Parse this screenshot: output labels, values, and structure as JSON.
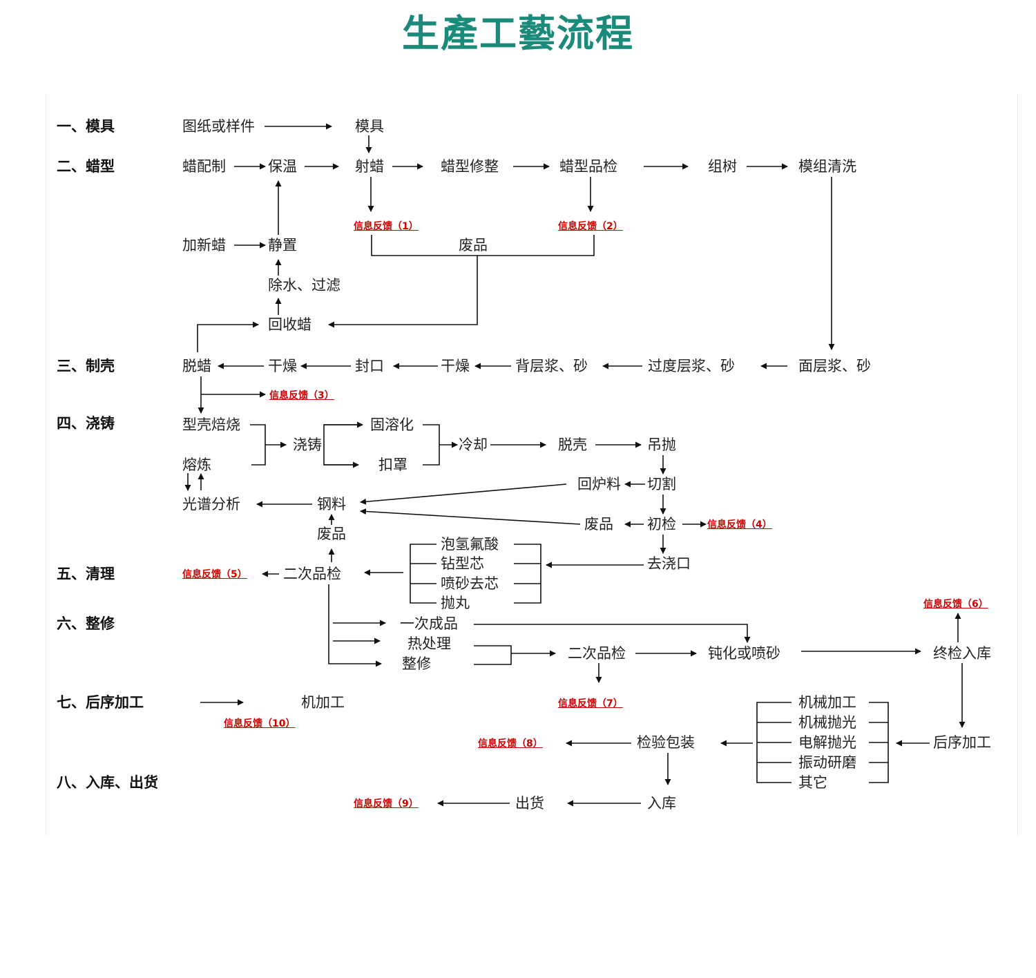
{
  "title": "生產工藝流程",
  "colors": {
    "title": "#1a8a7a",
    "feedback": "#cc0000",
    "text": "#222222"
  },
  "stages": {
    "s1": "一、模具",
    "s2": "二、蜡型",
    "s3": "三、制壳",
    "s4": "四、浇铸",
    "s5": "五、清理",
    "s6": "六、整修",
    "s7": "七、后序加工",
    "s8": "八、入库、出货"
  },
  "nodes": {
    "drawing": "图纸或样件",
    "mold": "模具",
    "wax_prep": "蜡配制",
    "insulation": "保温",
    "inject_wax": "射蜡",
    "wax_trim": "蜡型修整",
    "wax_inspect": "蜡型品检",
    "assemble_tree": "组树",
    "tree_clean": "模组清洗",
    "add_new_wax": "加新蜡",
    "stand": "静置",
    "scrap_wax": "废品",
    "dewater_filter": "除水、过滤",
    "recover_wax": "回收蜡",
    "dewax": "脱蜡",
    "dry2": "干燥",
    "seal": "封口",
    "dry1": "干燥",
    "back_slurry": "背层浆、砂",
    "transition_slurry": "过度层浆、砂",
    "surface_slurry": "面层浆、砂",
    "shell_roast": "型壳焙烧",
    "melting": "熔炼",
    "pour": "浇铸",
    "solution": "固溶化",
    "cover": "扣罩",
    "cooling": "冷却",
    "shell_remove": "脱壳",
    "hang_polish": "吊抛",
    "return_charge": "回炉料",
    "cutting": "切割",
    "spectral": "光谱分析",
    "steel": "钢料",
    "scrap_cast": "废品",
    "first_inspect": "初检",
    "scrap_steel": "废品",
    "remove_gate": "去浇口",
    "hf_soak": "泡氢氟酸",
    "drill_core": "钻型芯",
    "sandblast_core": "喷砂去芯",
    "shot_blast": "抛丸",
    "second_inspect1": "二次品检",
    "first_product": "一次成品",
    "heat_treat": "热处理",
    "repair": "整修",
    "second_inspect2": "二次品检",
    "passivate": "钝化或喷砂",
    "final_inspect": "终检入库",
    "machining_node": "机加工",
    "mech_machining": "机械加工",
    "mech_polish": "机械抛光",
    "electro_polish": "电解抛光",
    "vibro_grind": "振动研磨",
    "other": "其它",
    "post_process": "后序加工",
    "inspect_pack": "检验包装",
    "warehouse": "入库",
    "ship": "出货"
  },
  "feedback": {
    "fb1": "信息反馈（1）",
    "fb2": "信息反馈（2）",
    "fb3": "信息反馈（3）",
    "fb4": "信息反馈（4）",
    "fb5": "信息反馈（5）",
    "fb6": "信息反馈（6）",
    "fb7": "信息反馈（7）",
    "fb8": "信息反馈（8）",
    "fb9": "信息反馈（9）",
    "fb10": "信息反馈（10）"
  }
}
